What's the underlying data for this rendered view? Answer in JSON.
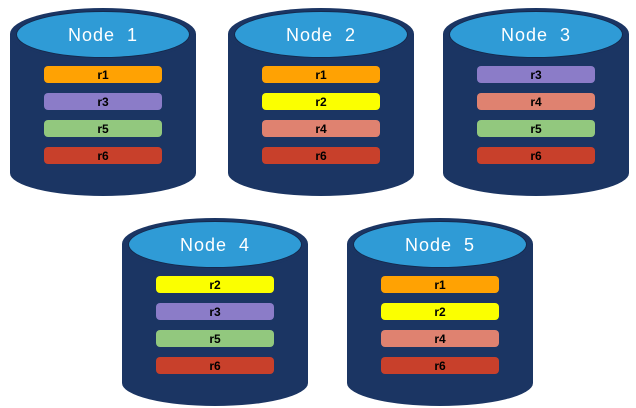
{
  "nodes": [
    {
      "title": "Node  1",
      "partitions": [
        "r1",
        "r3",
        "r5",
        "r6"
      ]
    },
    {
      "title": "Node  2",
      "partitions": [
        "r1",
        "r2",
        "r4",
        "r6"
      ]
    },
    {
      "title": "Node  3",
      "partitions": [
        "r3",
        "r4",
        "r5",
        "r6"
      ]
    },
    {
      "title": "Node  4",
      "partitions": [
        "r2",
        "r3",
        "r5",
        "r6"
      ]
    },
    {
      "title": "Node  5",
      "partitions": [
        "r1",
        "r2",
        "r4",
        "r6"
      ]
    }
  ],
  "replica_colors": {
    "r1": "#FFA203",
    "r2": "#FBFF00",
    "r3": "#8B7CC8",
    "r4": "#DF8270",
    "r5": "#92C87E",
    "r6": "#C8402B"
  },
  "cylinder_colors": {
    "body": "#1B3563",
    "top": "#2F9BD6"
  }
}
